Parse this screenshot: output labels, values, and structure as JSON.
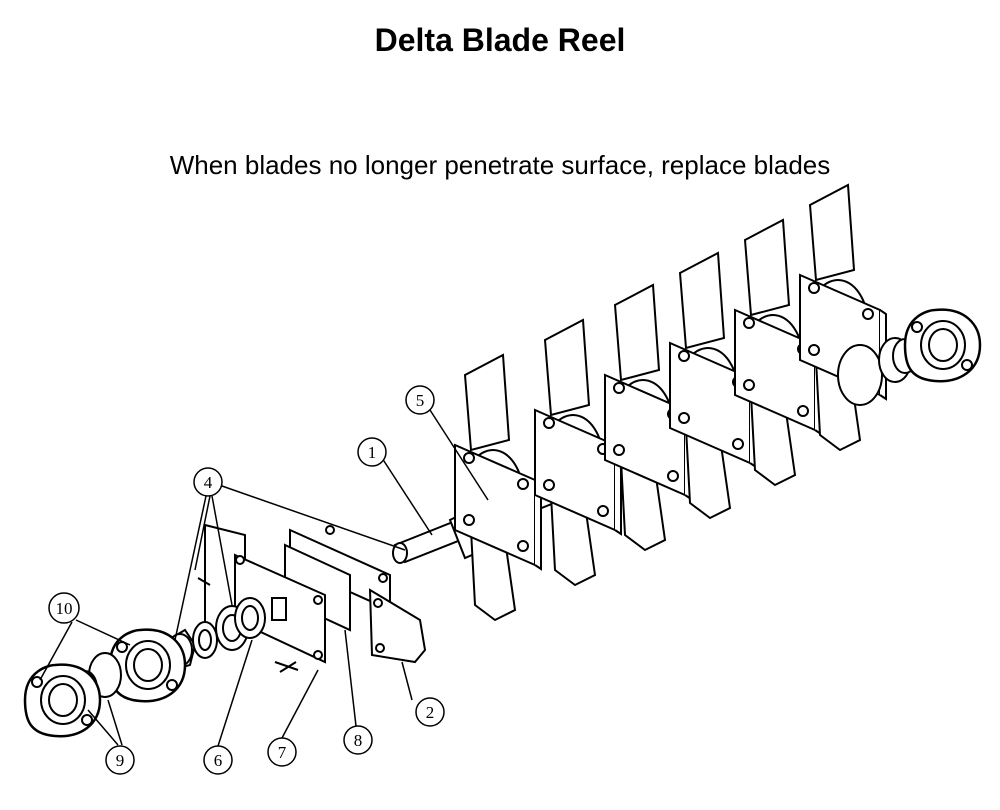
{
  "page": {
    "title": "Delta Blade Reel",
    "subtitle": "When blades no longer penetrate surface, replace blades"
  },
  "callouts": [
    {
      "id": "c1",
      "label": "1"
    },
    {
      "id": "c2",
      "label": "2"
    },
    {
      "id": "c4",
      "label": "4"
    },
    {
      "id": "c5",
      "label": "5"
    },
    {
      "id": "c6",
      "label": "6"
    },
    {
      "id": "c7",
      "label": "7"
    },
    {
      "id": "c8",
      "label": "8"
    },
    {
      "id": "c9",
      "label": "9"
    },
    {
      "id": "c10",
      "label": "10"
    }
  ]
}
